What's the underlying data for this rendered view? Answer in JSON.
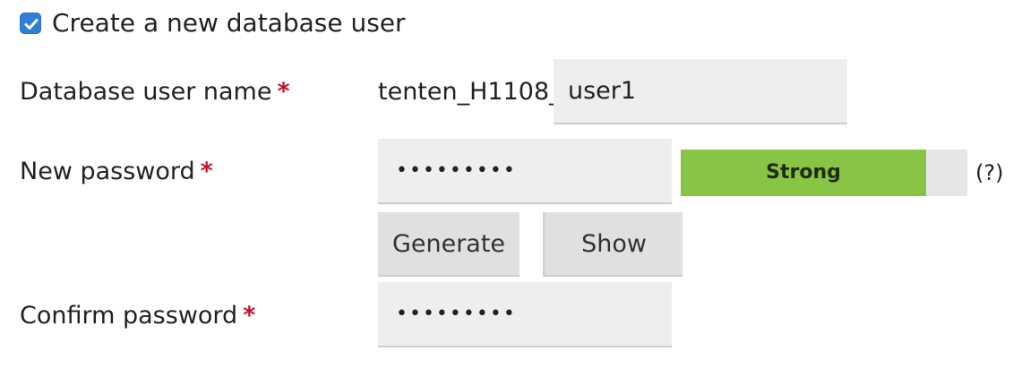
{
  "create_user": {
    "checked": true,
    "label": "Create a new database user"
  },
  "fields": {
    "username": {
      "label": "Database user name",
      "required_mark": "*",
      "prefix": "tenten_H1108_",
      "value": "user1"
    },
    "new_password": {
      "label": "New password",
      "required_mark": "*",
      "value": "•••••••••"
    },
    "confirm_password": {
      "label": "Confirm password",
      "required_mark": "*",
      "value": "•••••••••"
    }
  },
  "strength": {
    "label": "Strong",
    "level": 0.855,
    "fill_color": "#88c545"
  },
  "help_text": "(?)",
  "buttons": {
    "generate": "Generate",
    "show": "Show"
  },
  "colors": {
    "checkbox": "#2f7fd9",
    "required": "#c8102e",
    "input_bg": "#eeeeee"
  },
  "icons": {
    "checkbox": "checkmark-icon"
  }
}
